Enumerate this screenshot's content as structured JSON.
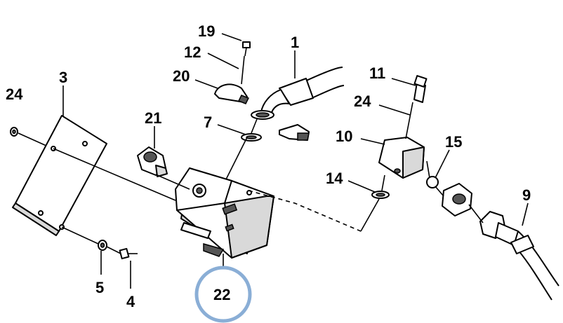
{
  "diagram": {
    "callouts": [
      {
        "id": "c19",
        "label": "19"
      },
      {
        "id": "c12",
        "label": "12"
      },
      {
        "id": "c20",
        "label": "20"
      },
      {
        "id": "c1",
        "label": "1"
      },
      {
        "id": "c3",
        "label": "3"
      },
      {
        "id": "c24a",
        "label": "24"
      },
      {
        "id": "c21",
        "label": "21"
      },
      {
        "id": "c7",
        "label": "7"
      },
      {
        "id": "c11",
        "label": "11"
      },
      {
        "id": "c24b",
        "label": "24"
      },
      {
        "id": "c10",
        "label": "10"
      },
      {
        "id": "c15",
        "label": "15"
      },
      {
        "id": "c14",
        "label": "14"
      },
      {
        "id": "c9",
        "label": "9"
      },
      {
        "id": "c5",
        "label": "5"
      },
      {
        "id": "c4",
        "label": "4"
      },
      {
        "id": "c22",
        "label": "22"
      }
    ],
    "highlight_callout": "22",
    "highlight_color": "#8aaed6"
  }
}
